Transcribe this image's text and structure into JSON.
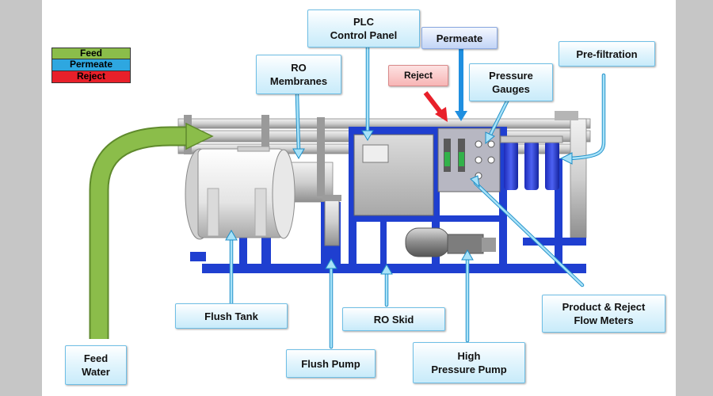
{
  "legend": {
    "feed": {
      "label": "Feed",
      "color": "#8bbd4a"
    },
    "permeate": {
      "label": "Permeate",
      "color": "#2ea7e0"
    },
    "reject": {
      "label": "Reject",
      "color": "#e8202a"
    }
  },
  "labels": {
    "plc": [
      "PLC",
      "Control Panel"
    ],
    "permeate": "Permeate",
    "ro_membranes": [
      "RO",
      "Membranes"
    ],
    "reject": "Reject",
    "pressure_gauges": [
      "Pressure",
      "Gauges"
    ],
    "pre_filtration": "Pre-filtration",
    "flush_tank": "Flush Tank",
    "ro_skid": "RO Skid",
    "flow_meters": [
      "Product & Reject",
      "Flow Meters"
    ],
    "feed_water": [
      "Feed",
      "Water"
    ],
    "flush_pump": "Flush Pump",
    "high_pressure_pump": [
      "High",
      "Pressure Pump"
    ]
  },
  "colors": {
    "frame": "#1f3fd0",
    "frame_dark": "#142c9c",
    "callout_arrow": "#9fdcf5",
    "feed_arrow": "#8bbd4a"
  }
}
